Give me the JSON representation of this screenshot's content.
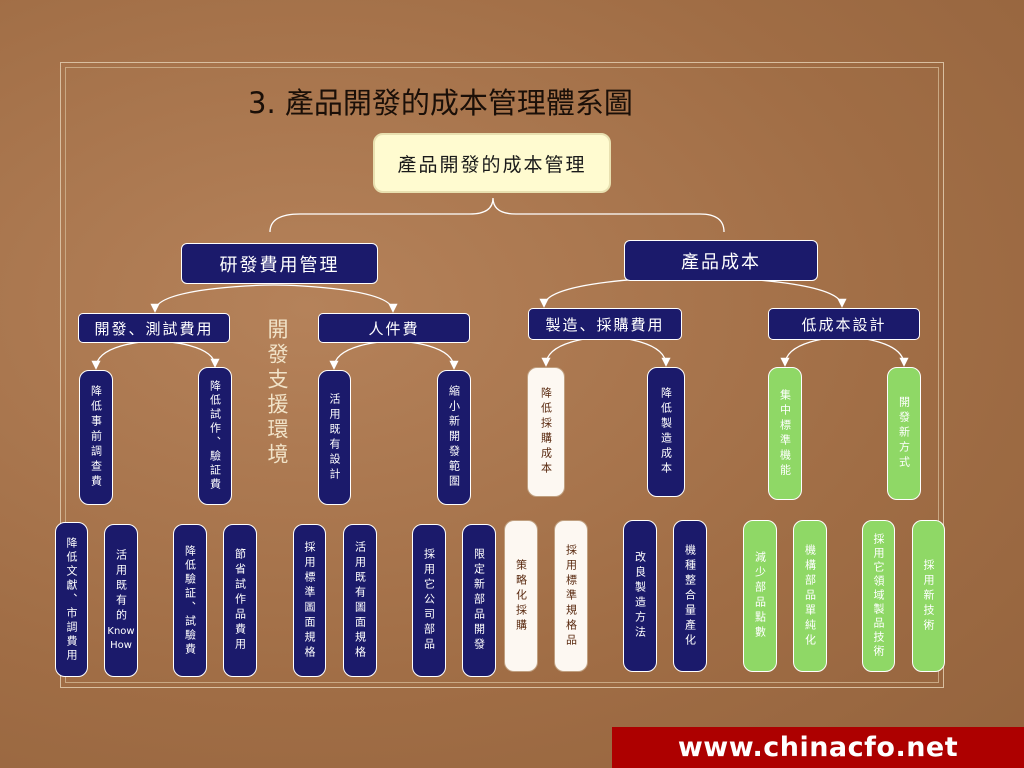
{
  "title": "3. 產品開發的成本管理體系圖",
  "root": "產品開發的成本管理",
  "level1": [
    "研發費用管理",
    "產品成本"
  ],
  "level2": [
    "開發、測試費用",
    "人件費",
    "製造、採購費用",
    "低成本設計"
  ],
  "side_label": "開發支援環境",
  "level3": [
    "降低事前調查費",
    "降低試作、驗証費",
    "活用既有設計",
    "縮小新開發範圍",
    "降低採購成本",
    "降低製造成本",
    "集中標準機能",
    "開發新方式"
  ],
  "level4": [
    "降低文獻、市調費用",
    "活用既有的",
    "節省試作品費用",
    "降低驗証、試驗費",
    "採用標準圖面規格",
    "活用既有圖面規格",
    "採用它公司部品",
    "限定新部品開發",
    "策略化採購",
    "採用標準規格品",
    "改良製造方法",
    "機種整合量產化",
    "減少部品點數",
    "機構部品單純化",
    "採用它領域製品技術",
    "採用新技術"
  ],
  "know_how": [
    "Know",
    "How"
  ],
  "banner": "www.chinacfo.net",
  "colors": {
    "navy": "#1b1a6b",
    "cream": "#fffbd0",
    "green": "#8fd866",
    "red_banner": "#ad0000",
    "background": "#a9754a"
  }
}
